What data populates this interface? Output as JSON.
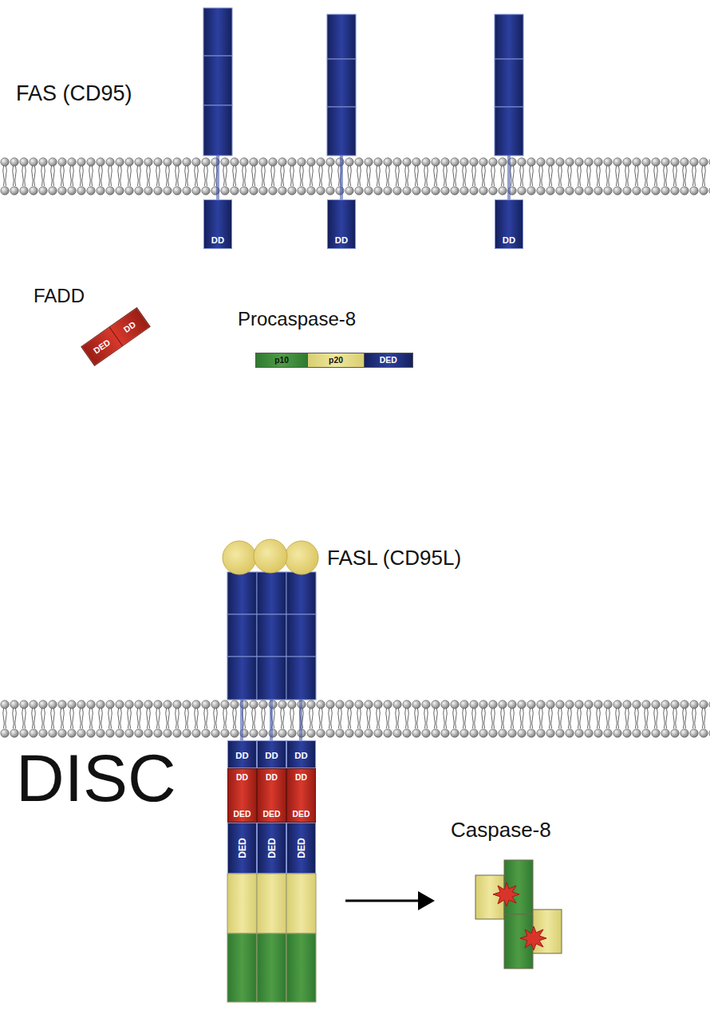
{
  "diagram": {
    "nodes": [
      {
        "text": [
          "DD"
        ]
      },
      {
        "text": [
          "DD"
        ]
      },
      {
        "text": [
          "DD"
        ]
      },
      {
        "text": [
          "FADD",
          "DED",
          "DD"
        ]
      },
      {
        "text": [
          "Procaspase-8",
          "p10",
          "p20",
          "DED"
        ]
      },
      {
        "text": [
          "DISC"
        ]
      },
      {
        "text": [
          "DD"
        ],
        "in": 5
      },
      {
        "text": [
          "DD"
        ],
        "in": 5
      },
      {
        "text": [
          "DD"
        ],
        "in": 5
      },
      {
        "text": [
          "DD",
          "DED"
        ],
        "in": 5
      },
      {
        "text": [
          "DD",
          "DED"
        ],
        "in": 5
      },
      {
        "text": [
          "DD",
          "DED"
        ],
        "in": 5
      },
      {
        "text": [
          "DED"
        ],
        "in": 5
      },
      {
        "text": [
          "DED"
        ],
        "in": 5
      },
      {
        "text": [
          "DED"
        ],
        "in": 5
      },
      {
        "text": [
          "Caspase-8"
        ]
      }
    ],
    "edges": [
      {
        "from": 5,
        "to": 15,
        "arrow": "to"
      }
    ],
    "labels": [
      "FAS (CD95)",
      "FASL (CD95L)"
    ]
  }
}
